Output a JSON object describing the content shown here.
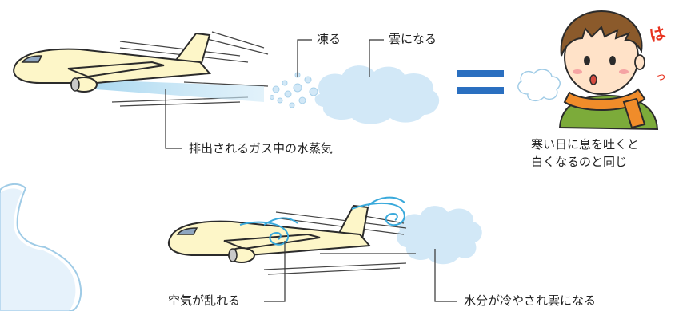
{
  "labels": {
    "freeze": "凍る",
    "become_cloud": "雲になる",
    "exhaust_vapor": "排出されるガス中の水蒸気",
    "breath_caption_line1": "寒い日に息を吐くと",
    "breath_caption_line2": "白くなるのと同じ",
    "exclaim": "は",
    "exclaim_small": "っ",
    "air_disturbed": "空気が乱れる",
    "moisture_cooled": "水分が冷やされ雲になる"
  },
  "colors": {
    "plane_body": "#fdf6c8",
    "outline": "#2b2b2b",
    "exhaust": "#9fd3ee",
    "cloud": "#d2e8f7",
    "cloud_edge": "#9fcbe6",
    "equals": "#2a6fc0",
    "vortex": "#39a9db",
    "scarf": "#f08c2a",
    "jacket": "#7cab3a",
    "hair": "#8b5a2b",
    "skin": "#ffe2c8",
    "exclaim": "#e8321e"
  }
}
